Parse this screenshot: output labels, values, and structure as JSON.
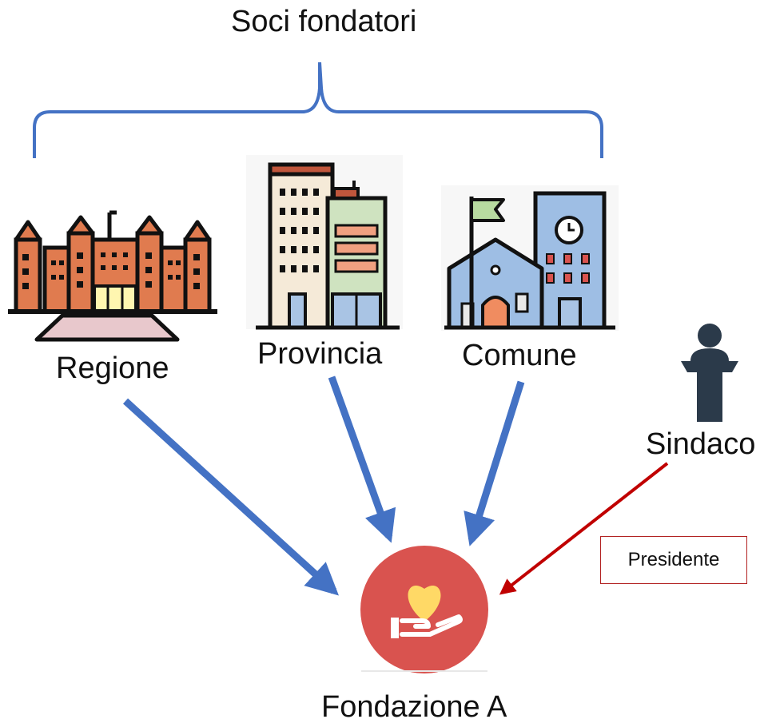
{
  "title": "Soci fondatori",
  "nodes": {
    "regione": "Regione",
    "provincia": "Provincia",
    "comune": "Comune",
    "sindaco": "Sindaco",
    "fondazione": "Fondazione A"
  },
  "role_label": "Presidente",
  "colors": {
    "bracket": "#4472c4",
    "founder_arrow": "#4472c4",
    "president_arrow": "#c00000",
    "foundation_circle": "#d9534f",
    "heart": "#ffd966"
  },
  "icons": {
    "regione": "regional-palace-icon",
    "provincia": "office-buildings-icon",
    "comune": "town-hall-icon",
    "sindaco": "speaker-podium-icon",
    "fondazione": "charity-heart-hand-icon"
  }
}
